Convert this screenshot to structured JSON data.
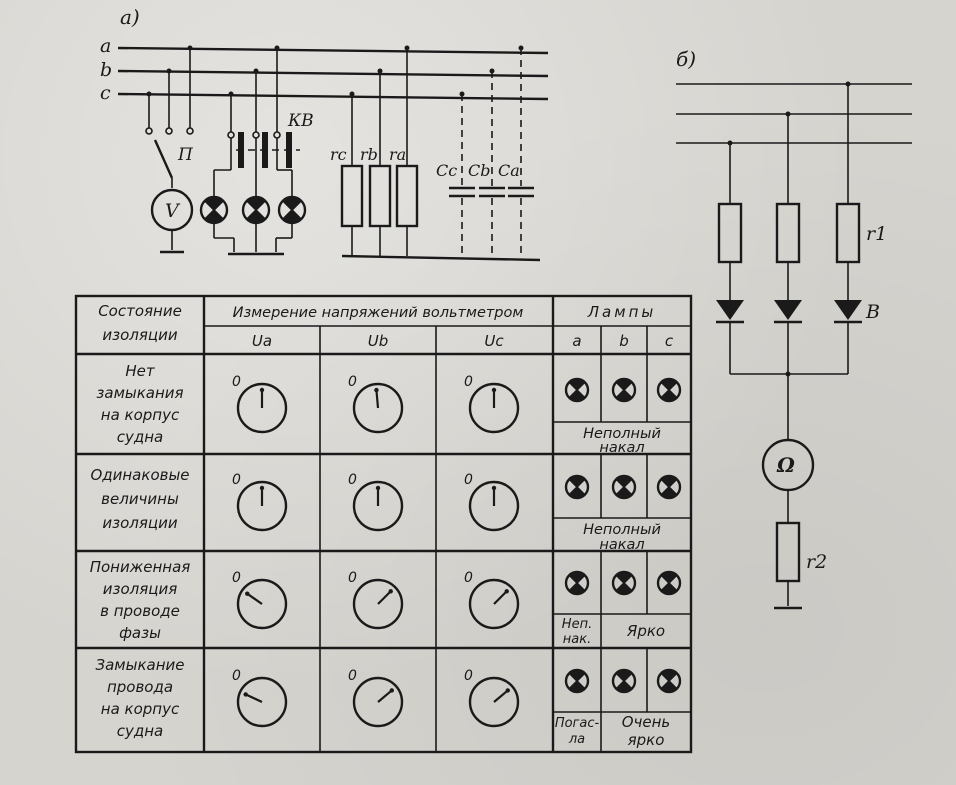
{
  "diagram_a": {
    "panel_label": "а)",
    "bus_labels": [
      "a",
      "b",
      "c"
    ],
    "switch_label": "П",
    "voltmeter_label": "V",
    "kv_label": "КВ",
    "resistor_labels": [
      "rc",
      "rb",
      "ra"
    ],
    "capacitor_labels": [
      "Cc",
      "Cb",
      "Ca"
    ]
  },
  "diagram_b": {
    "panel_label": "б)",
    "r1_label": "r1",
    "diode_label": "В",
    "meter_label": "Ω",
    "r2_label": "r2"
  },
  "table": {
    "col_state_header": [
      "Состояние",
      "изоляции"
    ],
    "col_voltmeter_header": "Измерение напряжений вольтметром",
    "col_lamps_header": "Лампы",
    "voltage_headers": [
      "Ua",
      "Ub",
      "Uc"
    ],
    "lamp_headers": [
      "a",
      "b",
      "c"
    ],
    "dial_zero_label": "0",
    "rows": [
      {
        "state": [
          "Нет",
          "замыкания",
          "на корпус",
          "судна"
        ],
        "lamp_note": [
          "Неполный",
          "накал"
        ]
      },
      {
        "state": [
          "Одинаковые",
          "величины",
          "изоляции"
        ],
        "lamp_note": [
          "Неполный",
          "накал"
        ]
      },
      {
        "state": [
          "Пониженная",
          "изоляция",
          "в проводе",
          "фазы"
        ],
        "lamp_note_a": [
          "Неп.",
          "нак."
        ],
        "lamp_note_bc": [
          "Ярко"
        ]
      },
      {
        "state": [
          "Замыкание",
          "провода",
          "на корпус",
          "судна"
        ],
        "lamp_note_a": [
          "Погас-",
          "ла"
        ],
        "lamp_note_bc": [
          "Очень",
          "ярко"
        ]
      }
    ]
  }
}
